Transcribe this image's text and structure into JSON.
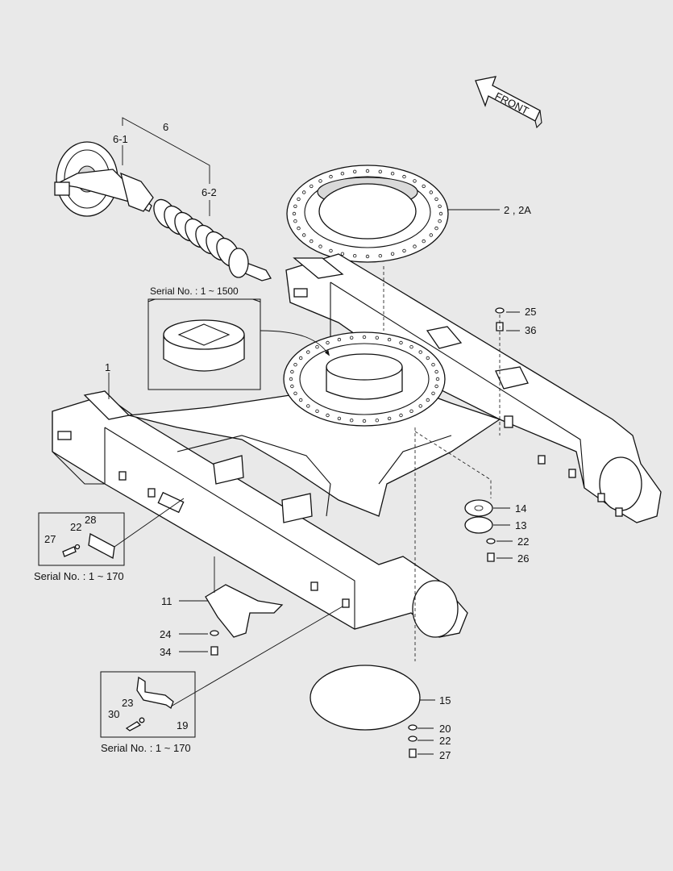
{
  "front_label": "FRONT",
  "serial_notes": {
    "detail_turntable": "Serial No. : 1 ~ 1500",
    "detail_left": "Serial No. : 1 ~ 170",
    "detail_bottom": "Serial No. : 1 ~ 170"
  },
  "callouts": {
    "c1": "1",
    "c2": "2 , 2A",
    "c6": "6",
    "c6_1": "6-1",
    "c6_2": "6-2",
    "c11": "11",
    "c13": "13",
    "c14": "14",
    "c15": "15",
    "c19": "19",
    "c20": "20",
    "c22_left": "22",
    "c22_right": "22",
    "c22_bottom": "22",
    "c23": "23",
    "c24": "24",
    "c25": "25",
    "c26": "26",
    "c27_left": "27",
    "c27_bottom": "27",
    "c28": "28",
    "c30": "30",
    "c34": "34",
    "c36": "36"
  }
}
